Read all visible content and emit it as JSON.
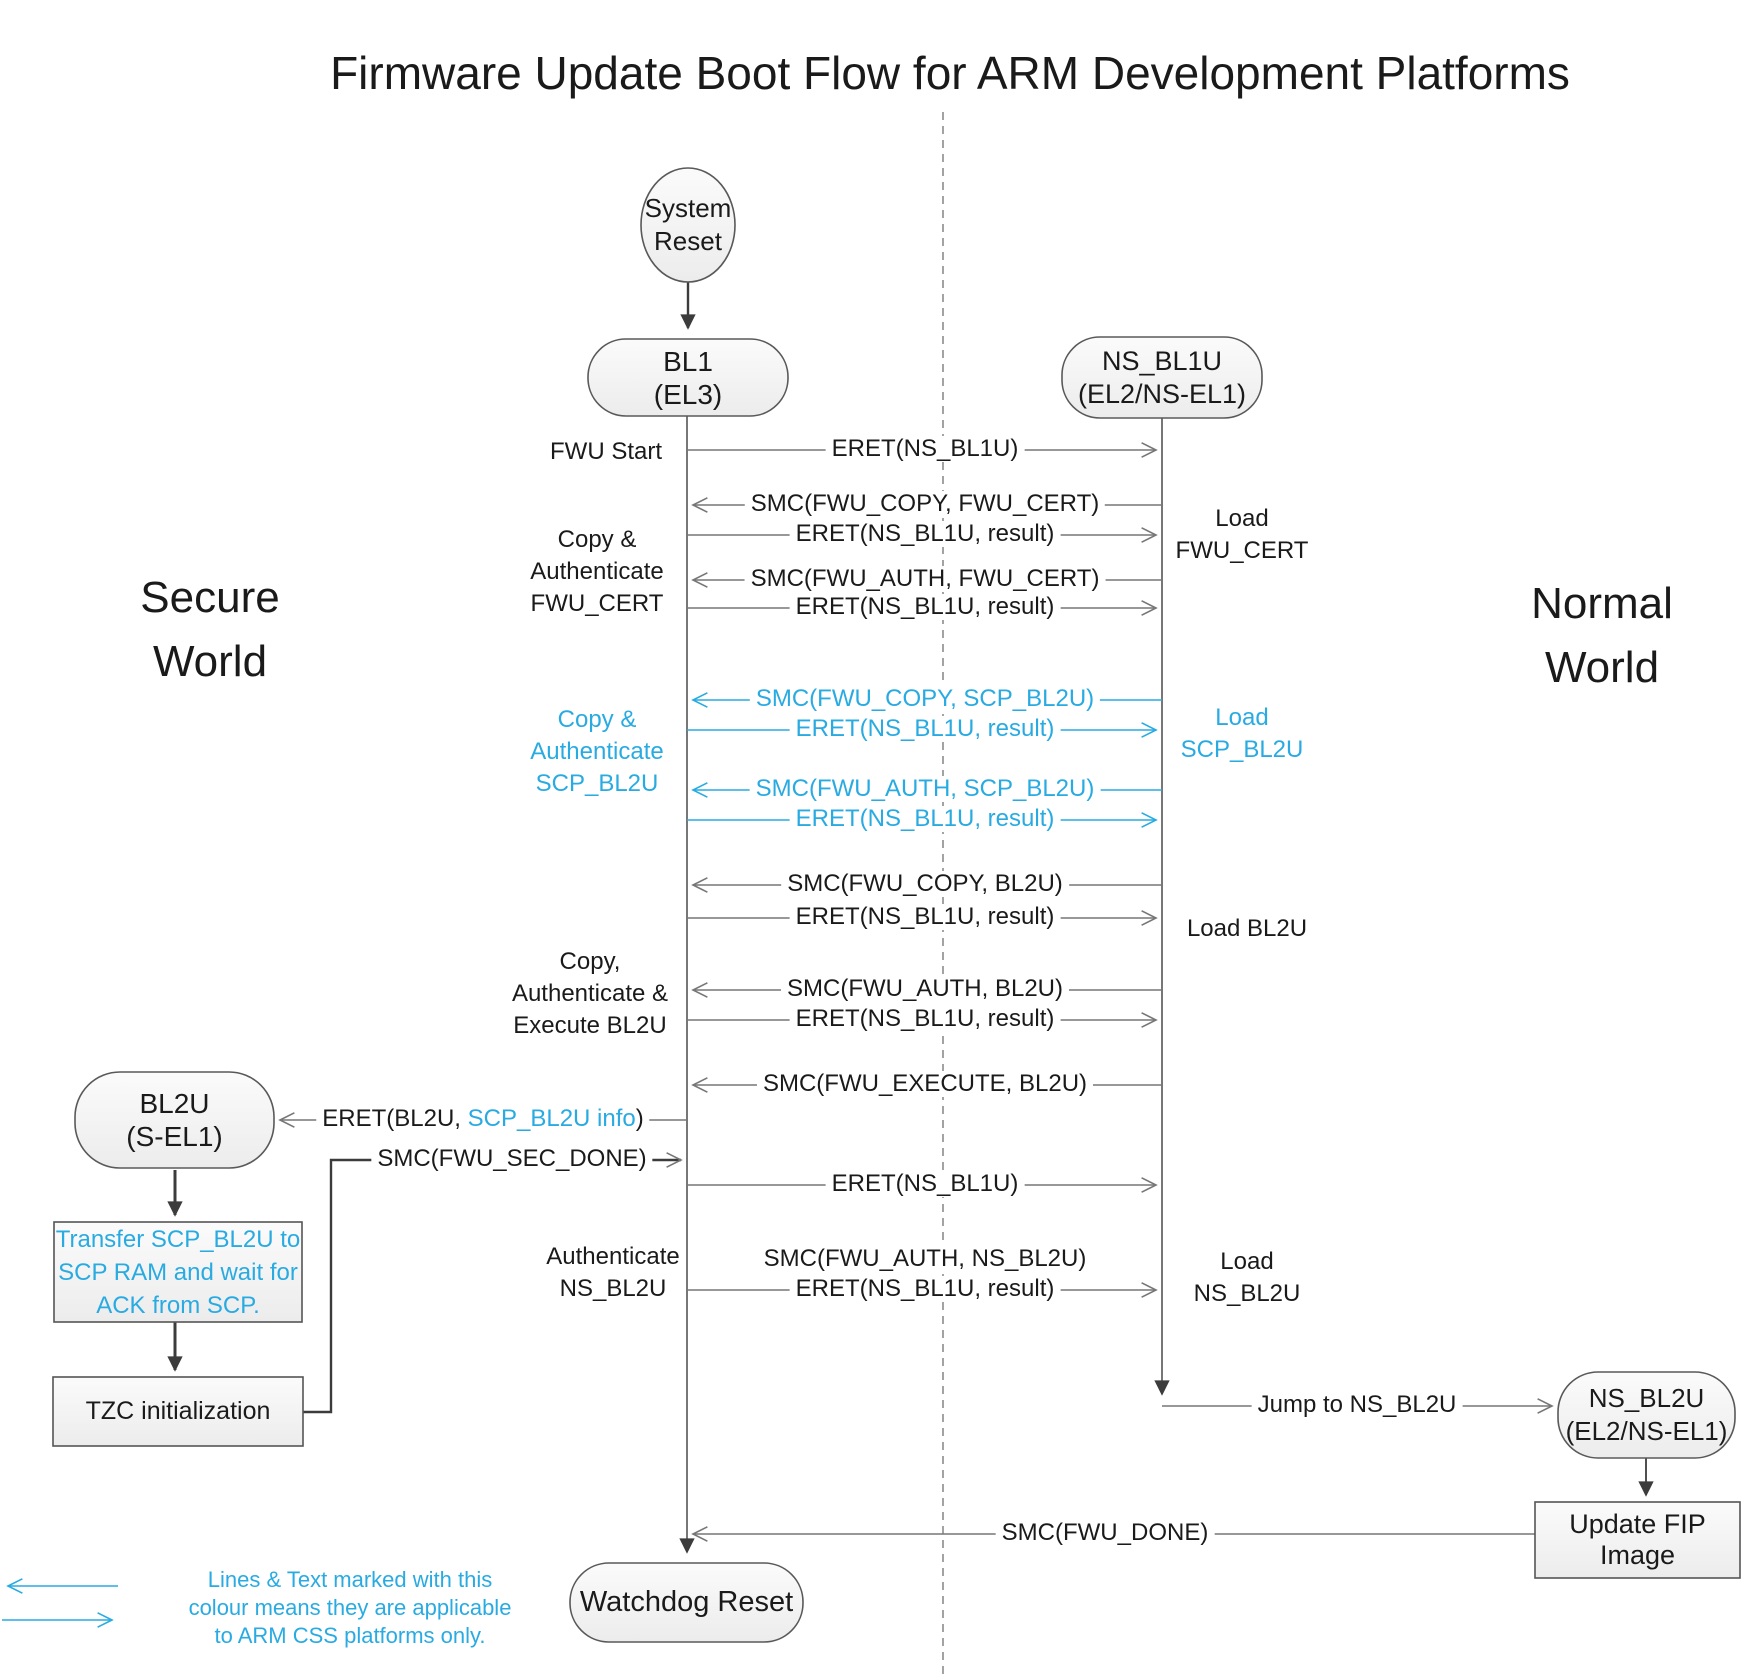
{
  "title": "Firmware Update Boot Flow for ARM Development Platforms",
  "accent_blue": "#29abe2",
  "worlds": {
    "secure": [
      "Secure",
      "World"
    ],
    "normal": [
      "Normal",
      "World"
    ]
  },
  "nodes": {
    "system_reset": {
      "line1": "System",
      "line2": "Reset"
    },
    "bl1": {
      "line1": "BL1",
      "line2": "(EL3)"
    },
    "ns_bl1u": {
      "line1": "NS_BL1U",
      "line2": "(EL2/NS-EL1)"
    },
    "bl2u": {
      "line1": "BL2U",
      "line2": "(S-EL1)"
    },
    "ns_bl2u": {
      "line1": "NS_BL2U",
      "line2": "(EL2/NS-EL1)"
    },
    "watchdog_reset": {
      "label": "Watchdog Reset"
    },
    "update_fip": {
      "label": "Update FIP Image"
    },
    "transfer_scp": {
      "line1": "Transfer SCP_BL2U to",
      "line2": "SCP RAM and wait for",
      "line3": "ACK from SCP."
    },
    "tzc": {
      "label": "TZC initialization"
    }
  },
  "messages": [
    {
      "label": "ERET(NS_BL1U)",
      "dir": "right",
      "color": "black"
    },
    {
      "label": "SMC(FWU_COPY, FWU_CERT)",
      "dir": "left",
      "color": "black"
    },
    {
      "label": "ERET(NS_BL1U, result)",
      "dir": "right",
      "color": "black"
    },
    {
      "label": "SMC(FWU_AUTH, FWU_CERT)",
      "dir": "left",
      "color": "black"
    },
    {
      "label": "ERET(NS_BL1U, result)",
      "dir": "right",
      "color": "black"
    },
    {
      "label": "SMC(FWU_COPY, SCP_BL2U)",
      "dir": "left",
      "color": "blue"
    },
    {
      "label": "ERET(NS_BL1U, result)",
      "dir": "right",
      "color": "blue"
    },
    {
      "label": "SMC(FWU_AUTH, SCP_BL2U)",
      "dir": "left",
      "color": "blue"
    },
    {
      "label": "ERET(NS_BL1U, result)",
      "dir": "right",
      "color": "blue"
    },
    {
      "label": "SMC(FWU_COPY, BL2U)",
      "dir": "left",
      "color": "black"
    },
    {
      "label": "ERET(NS_BL1U, result)",
      "dir": "right",
      "color": "black"
    },
    {
      "label": "SMC(FWU_AUTH, BL2U)",
      "dir": "left",
      "color": "black"
    },
    {
      "label": "ERET(NS_BL1U, result)",
      "dir": "right",
      "color": "black"
    },
    {
      "label": "SMC(FWU_EXECUTE, BL2U)",
      "dir": "left",
      "color": "black"
    },
    {
      "pre": "ERET(BL2U, ",
      "blue_part": "SCP_BL2U info",
      "post": ")",
      "dir": "left-to-bl2u"
    },
    {
      "label": "SMC(FWU_SEC_DONE)",
      "dir": "right",
      "color": "black"
    },
    {
      "label": "ERET(NS_BL1U)",
      "dir": "right",
      "color": "black"
    },
    {
      "label": "SMC(FWU_AUTH, NS_BL2U)",
      "dir": "left",
      "color": "black"
    },
    {
      "label": "ERET(NS_BL1U, result)",
      "dir": "right",
      "color": "black"
    },
    {
      "label": "Jump to NS_BL2U",
      "dir": "right",
      "color": "black"
    },
    {
      "label": "SMC(FWU_DONE)",
      "dir": "left",
      "color": "black"
    }
  ],
  "side_labels": {
    "fwu_start": "FWU Start",
    "copy_auth_fwu_cert": [
      "Copy &",
      "Authenticate",
      "FWU_CERT"
    ],
    "copy_auth_scp_bl2u": [
      "Copy &",
      "Authenticate",
      "SCP_BL2U"
    ],
    "copy_auth_exec_bl2u": [
      "Copy,",
      "Authenticate &",
      "Execute BL2U"
    ],
    "authenticate_ns_bl2u": [
      "Authenticate",
      "NS_BL2U"
    ],
    "load_fwu_cert": [
      "Load",
      "FWU_CERT"
    ],
    "load_scp_bl2u": [
      "Load",
      "SCP_BL2U"
    ],
    "load_bl2u": "Load BL2U",
    "load_ns_bl2u": [
      "Load",
      "NS_BL2U"
    ]
  },
  "legend": {
    "line1": "Lines & Text marked with this",
    "line2": "colour means they are applicable",
    "line3": "to ARM CSS platforms only."
  }
}
